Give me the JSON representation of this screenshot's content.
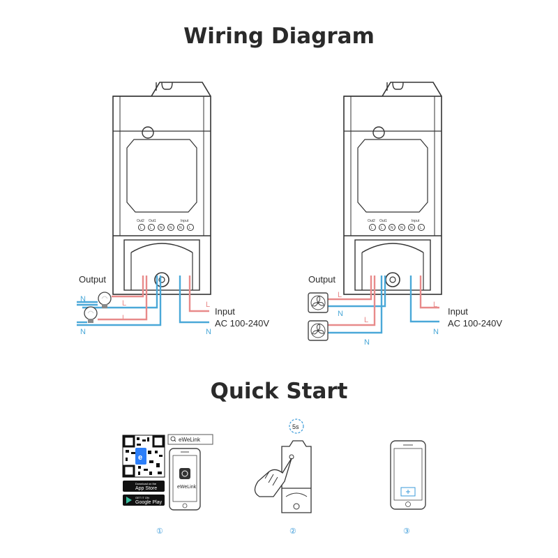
{
  "headings": {
    "wiring": "Wiring Diagram",
    "quick_start": "Quick Start"
  },
  "left_diagram": {
    "output_label": "Output",
    "input_label": "Input",
    "voltage": "AC 100-240V",
    "wire_L": "L",
    "wire_N": "N",
    "terminal_labels": {
      "out2": "Out2",
      "out1": "Out1",
      "input": "Input"
    },
    "terminals": [
      "L",
      "L",
      "N",
      "N",
      "N",
      "L"
    ]
  },
  "right_diagram": {
    "output_label": "Output",
    "input_label": "Input",
    "voltage": "AC 100-240V",
    "wire_L": "L",
    "wire_N": "N",
    "terminal_labels": {
      "out2": "Out2",
      "out1": "Out1",
      "input": "Input"
    },
    "terminals": [
      "L",
      "L",
      "N",
      "N",
      "N",
      "L"
    ]
  },
  "quick_start": {
    "app_search": "eWeLink",
    "app_name": "eWeLink",
    "app_store_small": "Download on the",
    "app_store": "App Store",
    "google_play_small": "GET IT ON",
    "google_play": "Google Play",
    "timer": "5s",
    "steps": [
      "①",
      "②",
      "③"
    ]
  },
  "colors": {
    "live_wire": "#e88a8a",
    "neutral_wire": "#4aa8d8",
    "device_outline": "#333333",
    "step_accent": "#3a9ad9"
  }
}
